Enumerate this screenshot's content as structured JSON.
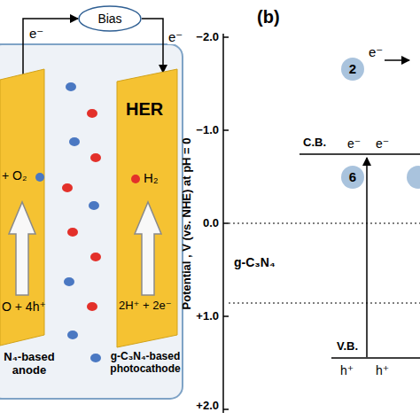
{
  "diagram": {
    "nodes": [
      {
        "text": [
          "Bias"
        ]
      },
      {
        "text": [
          "+ O₂",
          "O + 4h⁺",
          "N₄-based anode"
        ]
      },
      {
        "text": [
          "HER",
          "H₂",
          "2H⁺ + 2e⁻",
          "g-C₃N₄-based photocathode"
        ]
      },
      {
        "text": [
          "2"
        ]
      },
      {
        "text": [
          "6"
        ]
      }
    ],
    "edges": [
      {
        "from": 1,
        "to": 0,
        "label": "e⁻",
        "arrow": "to"
      },
      {
        "from": 0,
        "to": 2,
        "label": "e⁻",
        "arrow": "to"
      }
    ],
    "labels": [
      "(b)",
      "Potential , V (vs. NHE) at pH = 0",
      "−2.0",
      "−1.0",
      "0.0",
      "+1.0",
      "+2.0",
      "C.B.",
      "e⁻",
      "e⁻",
      "e⁻",
      "g-C₃N₄",
      "V.B.",
      "h⁺",
      "h⁺"
    ]
  }
}
